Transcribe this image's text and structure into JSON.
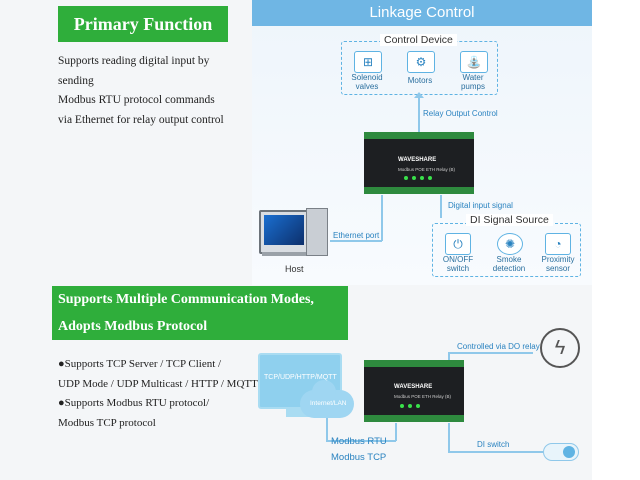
{
  "primary": {
    "title": "Primary Function",
    "lines": [
      "Supports reading digital input by sending",
      "Modbus RTU protocol commands",
      "via Ethernet for relay output control"
    ]
  },
  "linkage": {
    "title": "Linkage Control",
    "control_device": {
      "title": "Control Device",
      "items": [
        {
          "label1": "Solenoid",
          "label2": "valves",
          "icon": "valve-icon"
        },
        {
          "label1": "Motors",
          "label2": "",
          "icon": "motor-icon"
        },
        {
          "label1": "Water",
          "label2": "pumps",
          "icon": "pump-icon"
        }
      ]
    },
    "relay_output_label": "Relay Output Control",
    "device_brand": "WAVESHARE",
    "device_model": "Modbus POE ETH Relay (B)",
    "digital_input_label": "Digital input signal",
    "ethernet_port_label": "Ethernet port",
    "host_label": "Host",
    "di_source": {
      "title": "DI Signal Source",
      "items": [
        {
          "label1": "ON/OFF",
          "label2": "switch",
          "icon": "switch-icon"
        },
        {
          "label1": "Smoke",
          "label2": "detection",
          "icon": "smoke-icon"
        },
        {
          "label1": "Proximity",
          "label2": "sensor",
          "icon": "proximity-icon"
        }
      ]
    }
  },
  "modes": {
    "title_line1": "Supports Multiple Communication Modes,",
    "title_line2": "Adopts Modbus Protocol",
    "lines": [
      "●Supports TCP Server / TCP Client /",
      "UDP Mode / UDP Multicast / HTTP / MQTT",
      "●Supports Modbus RTU protocol/",
      "Modbus TCP protocol"
    ],
    "monitor_label": "TCP/UDP/HTTP/MQTT",
    "cloud_label": "Internet/LAN",
    "modbus_rtu": "Modbus RTU",
    "modbus_tcp": "Modbus TCP",
    "do_relay_label": "Controlled via DO relay",
    "di_switch_label": "DI switch"
  },
  "colors": {
    "green": "#2fae3b",
    "blue_header": "#6fb6e4",
    "dash_blue": "#5fb3e3"
  }
}
